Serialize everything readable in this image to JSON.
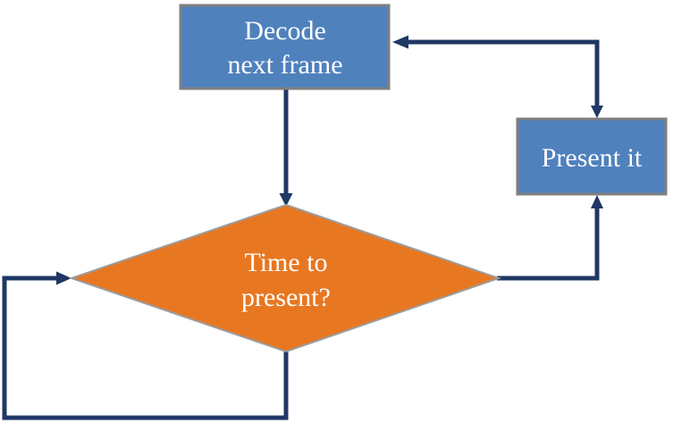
{
  "diagram": {
    "background": "#ffffff",
    "nodes": {
      "decode": {
        "type": "process",
        "line1": "Decode",
        "line2": "next frame"
      },
      "present": {
        "type": "process",
        "label": "Present it"
      },
      "decision": {
        "type": "decision",
        "line1": "Time to",
        "line2": "present?"
      }
    },
    "connectors": [
      {
        "name": "decode-to-decision",
        "from": "decode-bottom",
        "to": "decision-top"
      },
      {
        "name": "decision-yes-to-present",
        "from": "decision-right",
        "to": "present-bottom"
      },
      {
        "name": "present-to-decode",
        "from": "present-top",
        "to": "decode-right"
      },
      {
        "name": "decision-no-loop",
        "from": "decision-bottom",
        "to": "decision-left"
      }
    ],
    "colors": {
      "background": "#ffffff",
      "process_fill": "#4f81bd",
      "process_border": "#7f7f7f",
      "decision_fill": "#e87722",
      "decision_border": "#9c9c9c",
      "connector": "#1f3864",
      "text": "#ffffff"
    }
  }
}
